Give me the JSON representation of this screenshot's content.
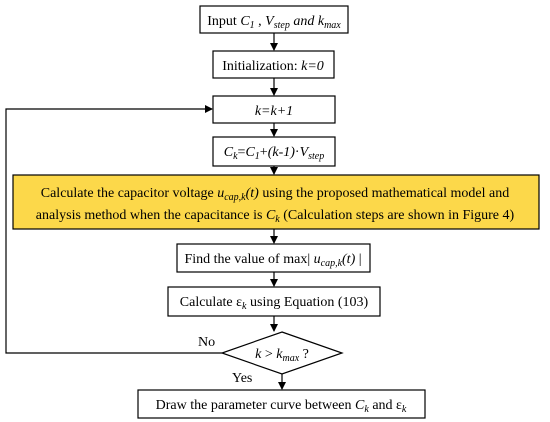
{
  "colors": {
    "highlight": "#fcd84a",
    "stroke": "#000000",
    "background": "#ffffff"
  },
  "steps": {
    "input": {
      "pre": "Input ",
      "c1": "C",
      "c1_sub": "1",
      "comma": " , ",
      "v": "V",
      "v_sub": "step",
      "and": " and ",
      "k": "k",
      "k_sub": "max"
    },
    "init": {
      "pre": "Initialization: ",
      "expr": "k=0"
    },
    "inc": {
      "expr": "k=k+1"
    },
    "ck": {
      "c": "C",
      "c_sub": "k",
      "eq": "=",
      "c1": "C",
      "c1_sub": "1",
      "plus": "+",
      "paren": "(k-1)",
      "dot": "·",
      "v": "V",
      "v_sub": "step"
    },
    "calc": {
      "line1_pre": "Calculate the capacitor voltage ",
      "u": "u",
      "u_sub": "cap,k",
      "u_arg": "(t)",
      "line1_post": " using the proposed mathematical model and",
      "line2_pre": "analysis method when the capacitance is ",
      "c": "C",
      "c_sub": "k",
      "line2_post": " (Calculation steps are shown in Figure 4)"
    },
    "findmax": {
      "pre": "Find the value of  max| ",
      "u": "u",
      "u_sub": "cap,k",
      "u_arg": "(t)",
      "post": " |"
    },
    "eps": {
      "pre": "Calculate ",
      "eps": "ε",
      "eps_sub": "k",
      "post": " using Equation (103)"
    },
    "decision": {
      "k": "k",
      "gt": " > ",
      "kmax": "k",
      "kmax_sub": "max",
      "q": " ?"
    },
    "draw": {
      "pre": "Draw the parameter curve between ",
      "c": "C",
      "c_sub": "k",
      "and": " and  ",
      "eps": "ε",
      "eps_sub": "k"
    }
  },
  "labels": {
    "no": "No",
    "yes": "Yes"
  }
}
